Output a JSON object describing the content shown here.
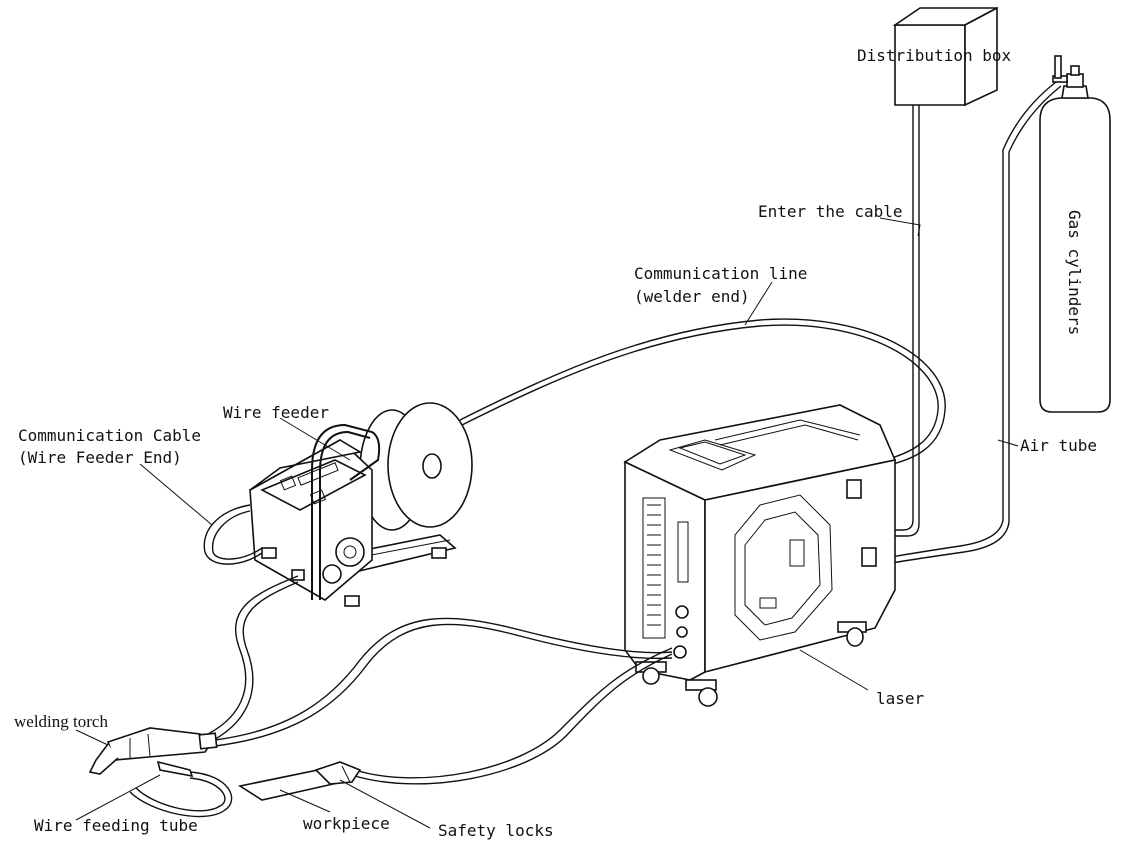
{
  "labels": {
    "distribution_box": "Distribution box",
    "enter_cable": "Enter the cable",
    "comm_line_1": "Communication line",
    "comm_line_2": "(welder end)",
    "gas_cylinders": "Gas cylinders",
    "air_tube": "Air tube",
    "wire_feeder": "Wire feeder",
    "comm_cable_1": "Communication Cable",
    "comm_cable_2": "(Wire Feeder End)",
    "laser": "laser",
    "welding_torch": "welding torch",
    "wire_feeding_tube": "Wire feeding tube",
    "workpiece": "workpiece",
    "safety_locks": "Safety locks"
  }
}
